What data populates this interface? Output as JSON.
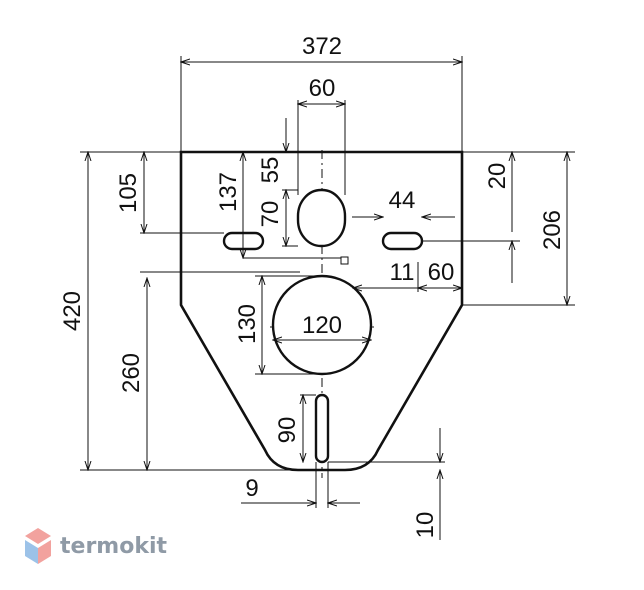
{
  "dimensions": {
    "total_width": "372",
    "top_opening_width": "60",
    "total_height": "420",
    "mount_slot_height": "105",
    "center_to_top": "137",
    "opening_offset_top": "55",
    "opening_height": "70",
    "slot_spacing": "44",
    "slot_offset_top": "20",
    "right_height": "206",
    "small_gap": "11",
    "right_offset": "60",
    "large_opening_height": "130",
    "large_opening_width": "120",
    "bottom_to_center": "260",
    "bottom_slot_length": "90",
    "bottom_slot_width": "9",
    "bottom_offset": "10"
  },
  "brand": {
    "name": "termokit",
    "colors": {
      "red": "#e8564f",
      "blue": "#4a8fd6",
      "text": "#8f9aa6"
    }
  }
}
